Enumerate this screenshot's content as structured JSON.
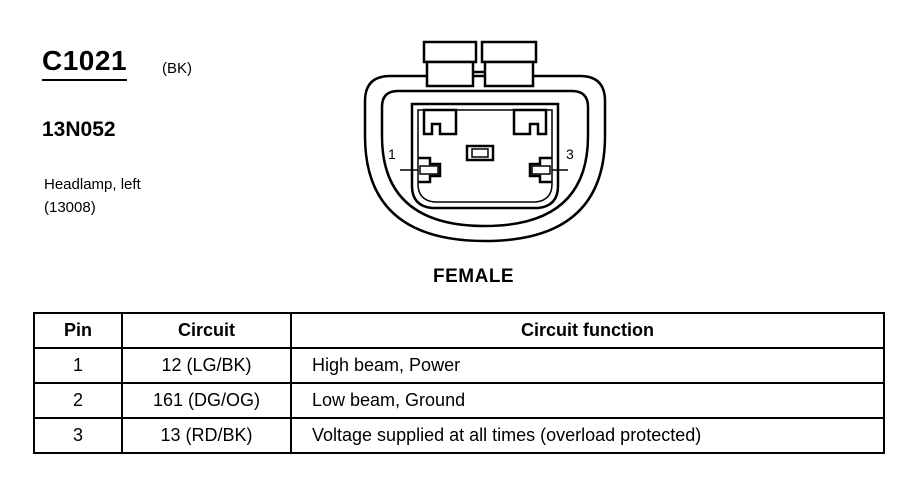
{
  "connector": {
    "id": "C1021",
    "color_code": "(BK)",
    "part_number": "13N052",
    "description_lines": [
      "Headlamp, left",
      "(13008)"
    ]
  },
  "diagram": {
    "pin_labels": [
      "1",
      "3"
    ],
    "gender": "FEMALE"
  },
  "table": {
    "headers": [
      "Pin",
      "Circuit",
      "Circuit function"
    ],
    "rows": [
      [
        "1",
        "12 (LG/BK)",
        "High beam, Power"
      ],
      [
        "2",
        "161 (DG/OG)",
        "Low beam, Ground"
      ],
      [
        "3",
        "13 (RD/BK)",
        "Voltage supplied at all times (overload protected)"
      ]
    ]
  }
}
